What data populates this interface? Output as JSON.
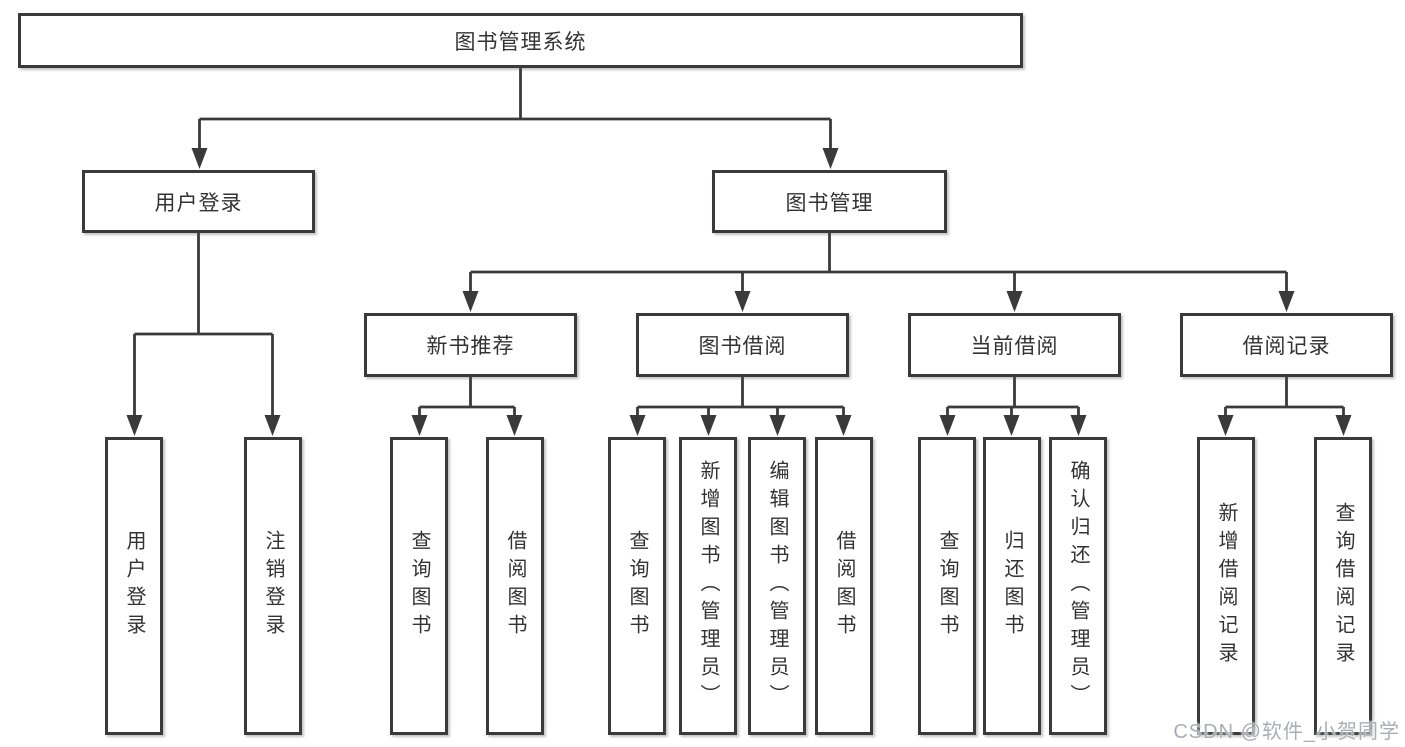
{
  "nodes": {
    "root": "图书管理系统",
    "userLogin": "用户登录",
    "bookMgmt": "图书管理",
    "newBookRec": "新书推荐",
    "bookBorrow": "图书借阅",
    "currentBorrow": "当前借阅",
    "borrowRecords": "借阅记录",
    "g1a": "用户登录",
    "g1b": "注销登录",
    "g2a": "查询图书",
    "g2b": "借阅图书",
    "g3a": "查询图书",
    "g3b": "新增图书（管理员）",
    "g3c": "编辑图书（管理员）",
    "g3d": "借阅图书",
    "g4a": "查询图书",
    "g4b": "归还图书",
    "g4c": "确认归还（管理员）",
    "g5a": "新增借阅记录",
    "g5b": "查询借阅记录"
  },
  "edges": [
    [
      "root",
      "userLogin"
    ],
    [
      "root",
      "bookMgmt"
    ],
    [
      "userLogin",
      "g1a"
    ],
    [
      "userLogin",
      "g1b"
    ],
    [
      "bookMgmt",
      "newBookRec"
    ],
    [
      "bookMgmt",
      "bookBorrow"
    ],
    [
      "bookMgmt",
      "currentBorrow"
    ],
    [
      "bookMgmt",
      "borrowRecords"
    ],
    [
      "newBookRec",
      "g2a"
    ],
    [
      "newBookRec",
      "g2b"
    ],
    [
      "bookBorrow",
      "g3a"
    ],
    [
      "bookBorrow",
      "g3b"
    ],
    [
      "bookBorrow",
      "g3c"
    ],
    [
      "bookBorrow",
      "g3d"
    ],
    [
      "currentBorrow",
      "g4a"
    ],
    [
      "currentBorrow",
      "g4b"
    ],
    [
      "currentBorrow",
      "g4c"
    ],
    [
      "borrowRecords",
      "g5a"
    ],
    [
      "borrowRecords",
      "g5b"
    ]
  ],
  "watermark": "CSDN @软件_小贺同学",
  "colors": {
    "background": "#ffffff",
    "line": "#3a3a3a",
    "box_border": "#3a3a3a",
    "text": "#333333",
    "watermark": "#aaadb4"
  }
}
